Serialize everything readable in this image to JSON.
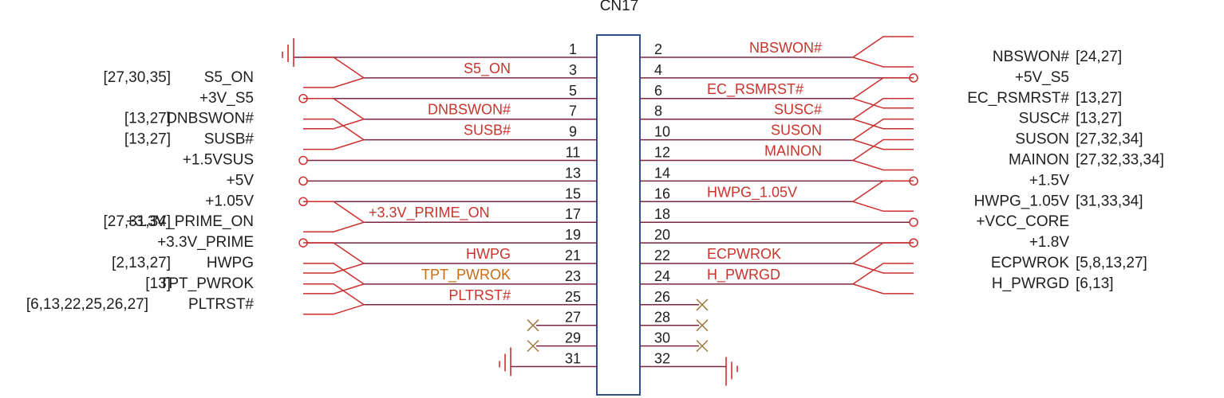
{
  "title": "CN17",
  "left_rows": [
    {
      "pin": "1",
      "kind": "gnd"
    },
    {
      "pin": "3",
      "kind": "in",
      "net": "S5_ON",
      "label": "S5_ON",
      "refs": "[27,30,35]"
    },
    {
      "pin": "5",
      "kind": "pwr",
      "label": "+3V_S5"
    },
    {
      "pin": "7",
      "kind": "in",
      "net": "DNBSWON#",
      "label": "DNBSWON#",
      "refs": "[13,27]"
    },
    {
      "pin": "9",
      "kind": "in",
      "net": "SUSB#",
      "label": "SUSB#",
      "refs": "[13,27]"
    },
    {
      "pin": "11",
      "kind": "pwr",
      "label": "+1.5VSUS"
    },
    {
      "pin": "13",
      "kind": "pwr",
      "label": "+5V"
    },
    {
      "pin": "15",
      "kind": "pwr",
      "label": "+1.05V"
    },
    {
      "pin": "17",
      "kind": "in",
      "net": "+3.3V_PRIME_ON",
      "label": "+3.3V_PRIME_ON",
      "refs": "[27,31,34]"
    },
    {
      "pin": "19",
      "kind": "pwr",
      "label": "+3.3V_PRIME"
    },
    {
      "pin": "21",
      "kind": "in",
      "net": "HWPG",
      "label": "HWPG",
      "refs": "[2,13,27]"
    },
    {
      "pin": "23",
      "kind": "in",
      "net": "TPT_PWROK",
      "label": "TPT_PWROK",
      "refs": "[13]"
    },
    {
      "pin": "25",
      "kind": "in",
      "net": "PLTRST#",
      "label": "PLTRST#",
      "refs": "[6,13,22,25,26,27]"
    },
    {
      "pin": "27",
      "kind": "nc"
    },
    {
      "pin": "29",
      "kind": "nc"
    },
    {
      "pin": "31",
      "kind": "gnd"
    }
  ],
  "right_rows": [
    {
      "pin": "2",
      "kind": "out",
      "net": "NBSWON#",
      "label": "NBSWON#",
      "refs": "[24,27]"
    },
    {
      "pin": "4",
      "kind": "pwr",
      "label": "+5V_S5"
    },
    {
      "pin": "6",
      "kind": "out",
      "net": "EC_RSMRST#",
      "label": "EC_RSMRST#",
      "refs": "[13,27]"
    },
    {
      "pin": "8",
      "kind": "out",
      "net": "SUSC#",
      "label": "SUSC#",
      "refs": "[13,27]"
    },
    {
      "pin": "10",
      "kind": "out",
      "net": "SUSON",
      "label": "SUSON",
      "refs": "[27,32,34]"
    },
    {
      "pin": "12",
      "kind": "out",
      "net": "MAINON",
      "label": "MAINON",
      "refs": "[27,32,33,34]"
    },
    {
      "pin": "14",
      "kind": "pwr",
      "label": "+1.5V"
    },
    {
      "pin": "16",
      "kind": "out",
      "net": "HWPG_1.05V",
      "label": "HWPG_1.05V",
      "refs": "[31,33,34]"
    },
    {
      "pin": "18",
      "kind": "pwr",
      "label": "+VCC_CORE"
    },
    {
      "pin": "20",
      "kind": "pwr",
      "label": "+1.8V"
    },
    {
      "pin": "22",
      "kind": "out",
      "net": "ECPWROK",
      "label": "ECPWROK",
      "refs": "[5,8,13,27]"
    },
    {
      "pin": "24",
      "kind": "out",
      "net": "H_PWRGD",
      "label": "H_PWRGD",
      "refs": "[6,13]"
    },
    {
      "pin": "26",
      "kind": "nc"
    },
    {
      "pin": "28",
      "kind": "nc"
    },
    {
      "pin": "30",
      "kind": "nc"
    },
    {
      "pin": "32",
      "kind": "gnd"
    }
  ]
}
